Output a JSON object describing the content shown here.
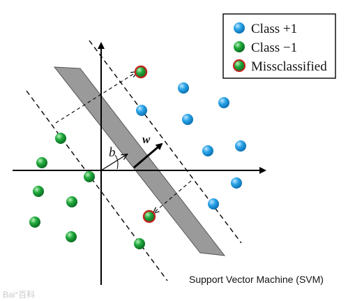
{
  "legend": {
    "items": [
      {
        "label": "Class  +1",
        "color": "#2aa4e8"
      },
      {
        "label": "Class  −1",
        "color": "#1faa3c"
      },
      {
        "label": "Missclassified",
        "color": "#1faa3c",
        "ring": "#c0261f"
      }
    ]
  },
  "labels": {
    "w": "w",
    "b": "b"
  },
  "caption": "Support Vector Machine (SVM)",
  "watermark": "Bai°百科",
  "colors": {
    "class_pos": "#2aa4e8",
    "class_neg": "#1faa3c",
    "misclassified_ring": "#c0261f",
    "margin_band": "#9a9a9a"
  }
}
